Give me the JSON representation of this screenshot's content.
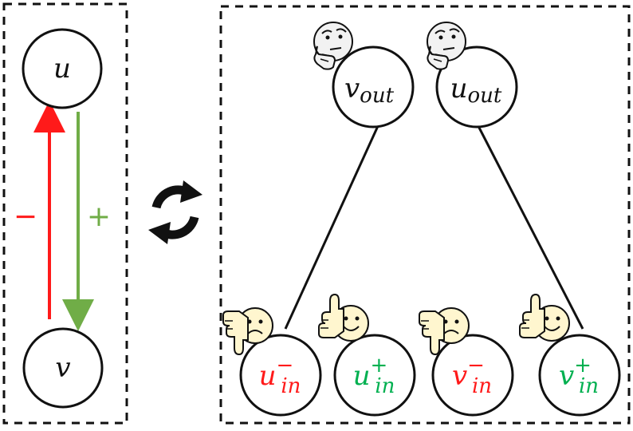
{
  "left_panel": {
    "node_top": "u",
    "node_bottom": "v",
    "edge_up_sign": "−",
    "edge_down_sign": "+",
    "edge_up_color": "#ff1a1a",
    "edge_down_color": "#70ad47"
  },
  "swap": {
    "icon": "swap-cycle-icon"
  },
  "right_panel": {
    "top_nodes": [
      {
        "base": "v",
        "sub": "out",
        "emoji": "thinking-face-icon"
      },
      {
        "base": "u",
        "sub": "out",
        "emoji": "thinking-face-icon"
      }
    ],
    "bottom_nodes": [
      {
        "base": "u",
        "sub": "in",
        "sup": "−",
        "color": "#ff1a1a",
        "emoji": "thumbs-down-sad-icon"
      },
      {
        "base": "u",
        "sub": "in",
        "sup": "+",
        "color": "#00b050",
        "emoji": "thumbs-up-smile-icon"
      },
      {
        "base": "v",
        "sub": "in",
        "sup": "−",
        "color": "#ff1a1a",
        "emoji": "thumbs-down-sad-icon"
      },
      {
        "base": "v",
        "sub": "in",
        "sup": "+",
        "color": "#00b050",
        "emoji": "thumbs-up-smile-icon"
      }
    ]
  }
}
